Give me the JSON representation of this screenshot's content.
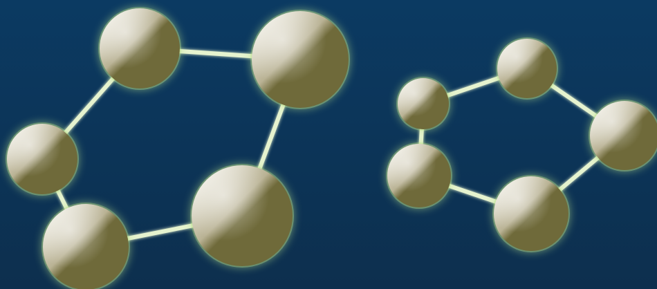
{
  "scene": {
    "subject": "molecule-rings",
    "colors": {
      "background_top": "#0b3a62",
      "background_bottom": "#0d2f4e",
      "atom_light": "#e8e5d8",
      "atom_mid": "#b9b294",
      "atom_dark": "#6f6a3a",
      "atom_glow": "#b8e08a",
      "bond": "#e6f3cf",
      "bond_glow": "#a9d47a"
    },
    "molecules": [
      {
        "name": "left-ring",
        "atom_count": 5,
        "bond_count": 5
      },
      {
        "name": "right-ring",
        "atom_count": 5,
        "bond_count": 5
      }
    ]
  }
}
